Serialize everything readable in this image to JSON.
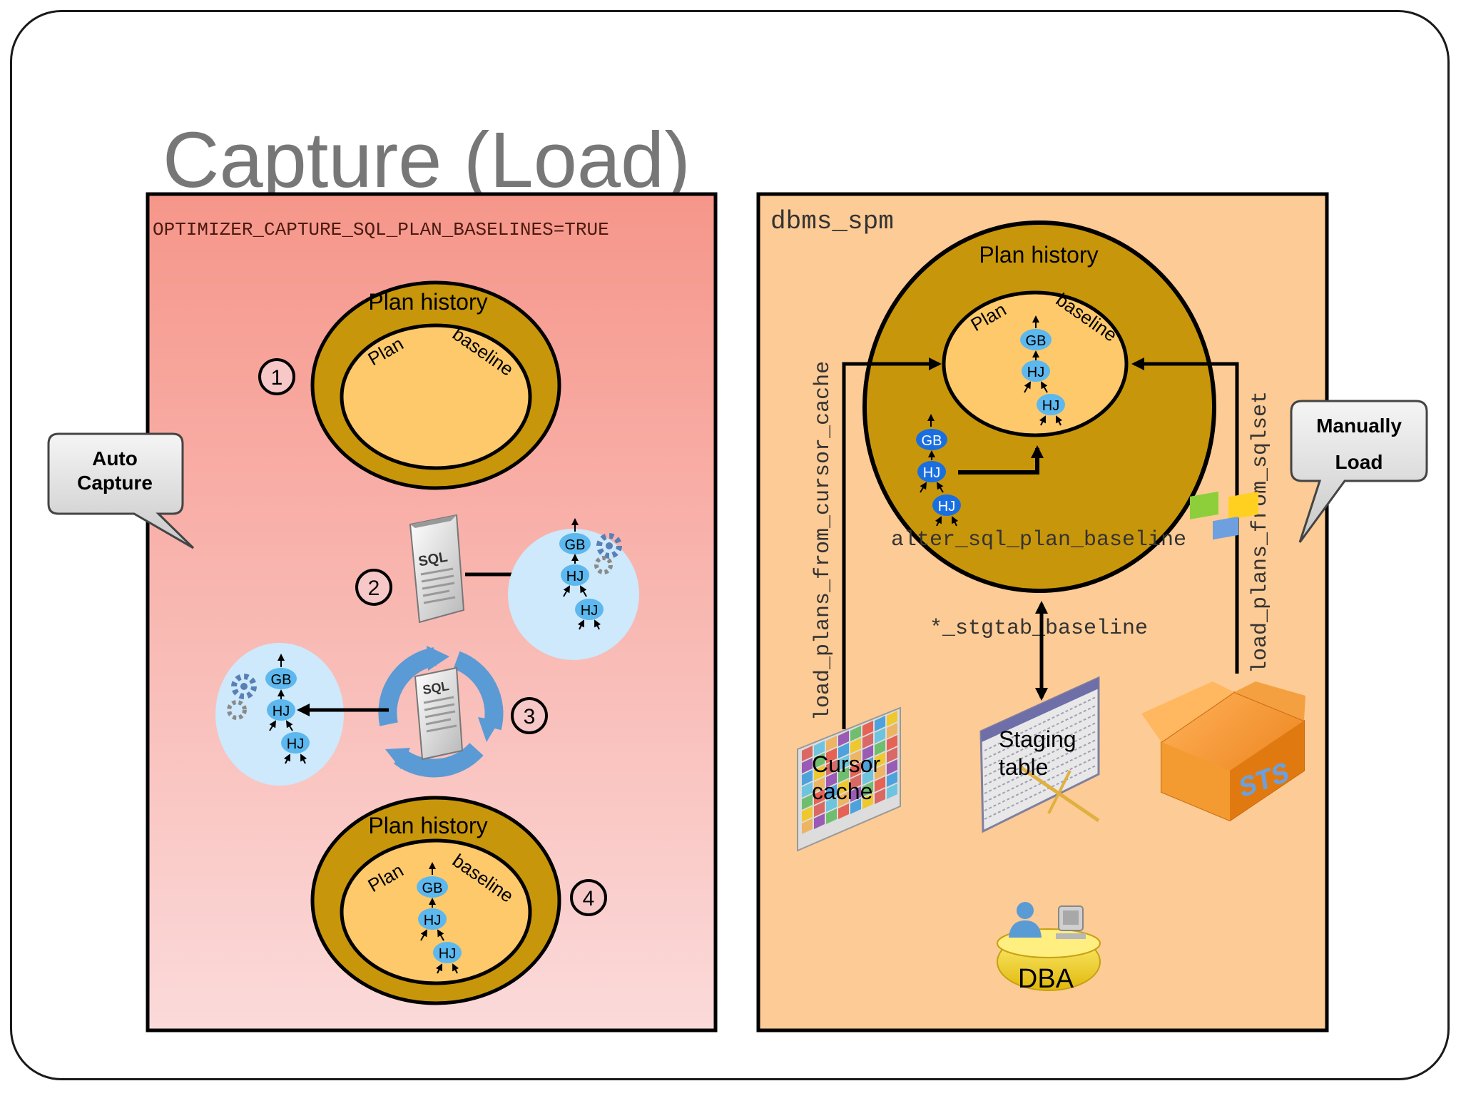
{
  "title": "Capture (Load)",
  "left_panel": {
    "parameter": "OPTIMIZER_CAPTURE_SQL_PLAN_BASELINES=TRUE",
    "plan_history_top": {
      "label": "Plan history",
      "plan": "Plan",
      "baseline": "baseline"
    },
    "plan_history_bottom": {
      "label": "Plan history",
      "plan": "Plan",
      "baseline": "baseline"
    },
    "steps": [
      "1",
      "2",
      "3",
      "4"
    ],
    "sql_doc_label": "SQL",
    "sql_cycle_label": "SQL",
    "nodes": {
      "gb": "GB",
      "hj": "HJ"
    }
  },
  "right_panel": {
    "package": "dbms_spm",
    "plan_history": {
      "label": "Plan history",
      "plan": "Plan",
      "baseline": "baseline"
    },
    "alter_label": "alter_sql_plan_baseline",
    "stgtab_label": "*_stgtab_baseline",
    "load_cursor_label": "load_plans_from_cursor_cache",
    "load_sqlset_label": "load_plans_from_sqlset",
    "cursor_cache": {
      "line1": "Cursor",
      "line2": "cache"
    },
    "staging_table": {
      "line1": "Staging",
      "line2": "table"
    },
    "sts_label": "STS",
    "dba_label": "DBA"
  },
  "callouts": {
    "auto": {
      "line1": "Auto",
      "line2": "Capture"
    },
    "manual": {
      "line1": "Manually",
      "line2": "Load"
    }
  },
  "colors": {
    "ring": "#c8960a",
    "inner": "#fdc96b",
    "left_bg_top": "#f6968a",
    "left_bg_bottom": "#fbd9d9",
    "right_bg": "#fdcb95",
    "node_light": "#5cb8ee",
    "node_dark": "#1a6fe0",
    "bubble": "#cde9fb"
  }
}
